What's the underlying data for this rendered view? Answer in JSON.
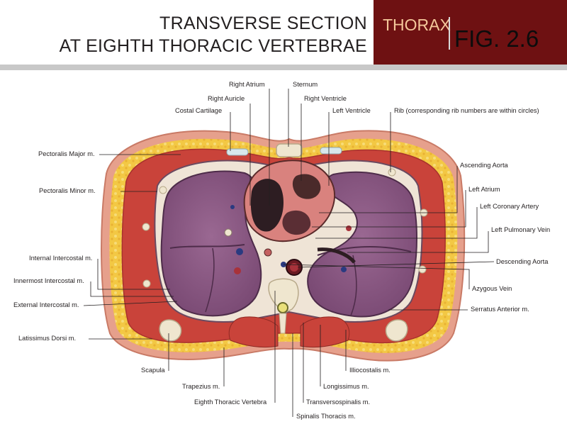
{
  "header": {
    "title_line1": "TRANSVERSE SECTION",
    "title_line2": "AT EIGHTH THORACIC VERTEBRAE",
    "section": "THORAX",
    "figure": "FIG. 2.6"
  },
  "colors": {
    "badge_bg": "#6e1112",
    "section_text": "#f4c79a",
    "rule": "#c8c8c8",
    "skin": "#e6a08c",
    "fat": "#f0c040",
    "muscle": "#c9433a",
    "lung": "#8c5a86",
    "bone": "#efe6cf",
    "leader_line": "#231f20"
  },
  "labels": {
    "right_atrium": "Right Atrium",
    "sternum": "Sternum",
    "right_auricle": "Right Auricle",
    "right_ventricle": "Right Ventricle",
    "costal_cartilage": "Costal Cartilage",
    "left_ventricle": "Left Ventricle",
    "rib": "Rib (corresponding rib numbers are within circles)",
    "pectoralis_major": "Pectoralis Major m.",
    "ascending_aorta": "Ascending Aorta",
    "pectoralis_minor": "Pectoralis Minor m.",
    "left_atrium": "Left Atrium",
    "left_coronary_artery": "Left Coronary Artery",
    "left_pulmonary_vein": "Left Pulmonary Vein",
    "internal_intercostal": "Internal Intercostal m.",
    "descending_aorta": "Descending Aorta",
    "innermost_intercostal": "Innermost Intercostal m.",
    "azygous_vein": "Azygous Vein",
    "external_intercostal": "External Intercostal m.",
    "serratus_anterior": "Serratus Anterior m.",
    "latissimus_dorsi": "Latissimus Dorsi m.",
    "scapula": "Scapula",
    "illiocostalis": "Illiocostalis m.",
    "trapezius": "Trapezius m.",
    "longissimus": "Longissimus m.",
    "eighth_thoracic_vertebra": "Eighth Thoracic Vertebra",
    "transversospinalis": "Transversospinalis m.",
    "spinalis_thoracis": "Spinalis Thoracis m."
  }
}
